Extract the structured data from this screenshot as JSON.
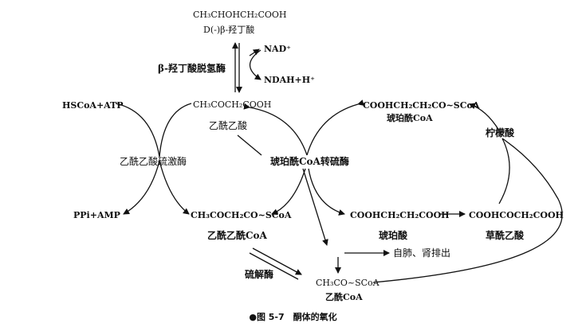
{
  "figure": {
    "caption": "●图 5-7　酮体的氧化",
    "nodes": {
      "hydroxybutyrate_formula": "CH₃CHOHCH₂COOH",
      "hydroxybutyrate_name": "D(-)β-羟丁酸",
      "nad_plus": "NAD⁺",
      "nadh": "NDAH+H⁺",
      "dehydrogenase": "β-羟丁酸脱氢酶",
      "hscoa_atp": "HSCoA+ATP",
      "acetoacetate_formula": "CH₃COCH₂COOH",
      "acetoacetate_name": "乙酰乙酸",
      "thiokinase": "乙酰乙酸硫激酶",
      "transferase": "琥珀酰CoA转硫酶",
      "succinyl_coa_formula": "COOHCH₂CH₂CO~SCoA",
      "succinyl_coa_name": "琥珀酰CoA",
      "citrate": "柠檬酸",
      "ppi_amp": "PPi+AMP",
      "acetoacetyl_coa_formula": "CH₃COCH₂CO~SCoA",
      "acetoacetyl_coa_name": "乙酰乙酰CoA",
      "succinate_formula": "COOHCH₂CH₂COOH",
      "succinate_name": "琥珀酸",
      "oxaloacetate_formula": "COOHCOCH₂COOH",
      "oxaloacetate_name": "草酰乙酸",
      "excretion": "自肺、肾排出",
      "thiolase": "硫解酶",
      "acetyl_coa_formula": "CH₃CO~SCoA",
      "acetyl_coa_name": "乙酰CoA"
    }
  }
}
